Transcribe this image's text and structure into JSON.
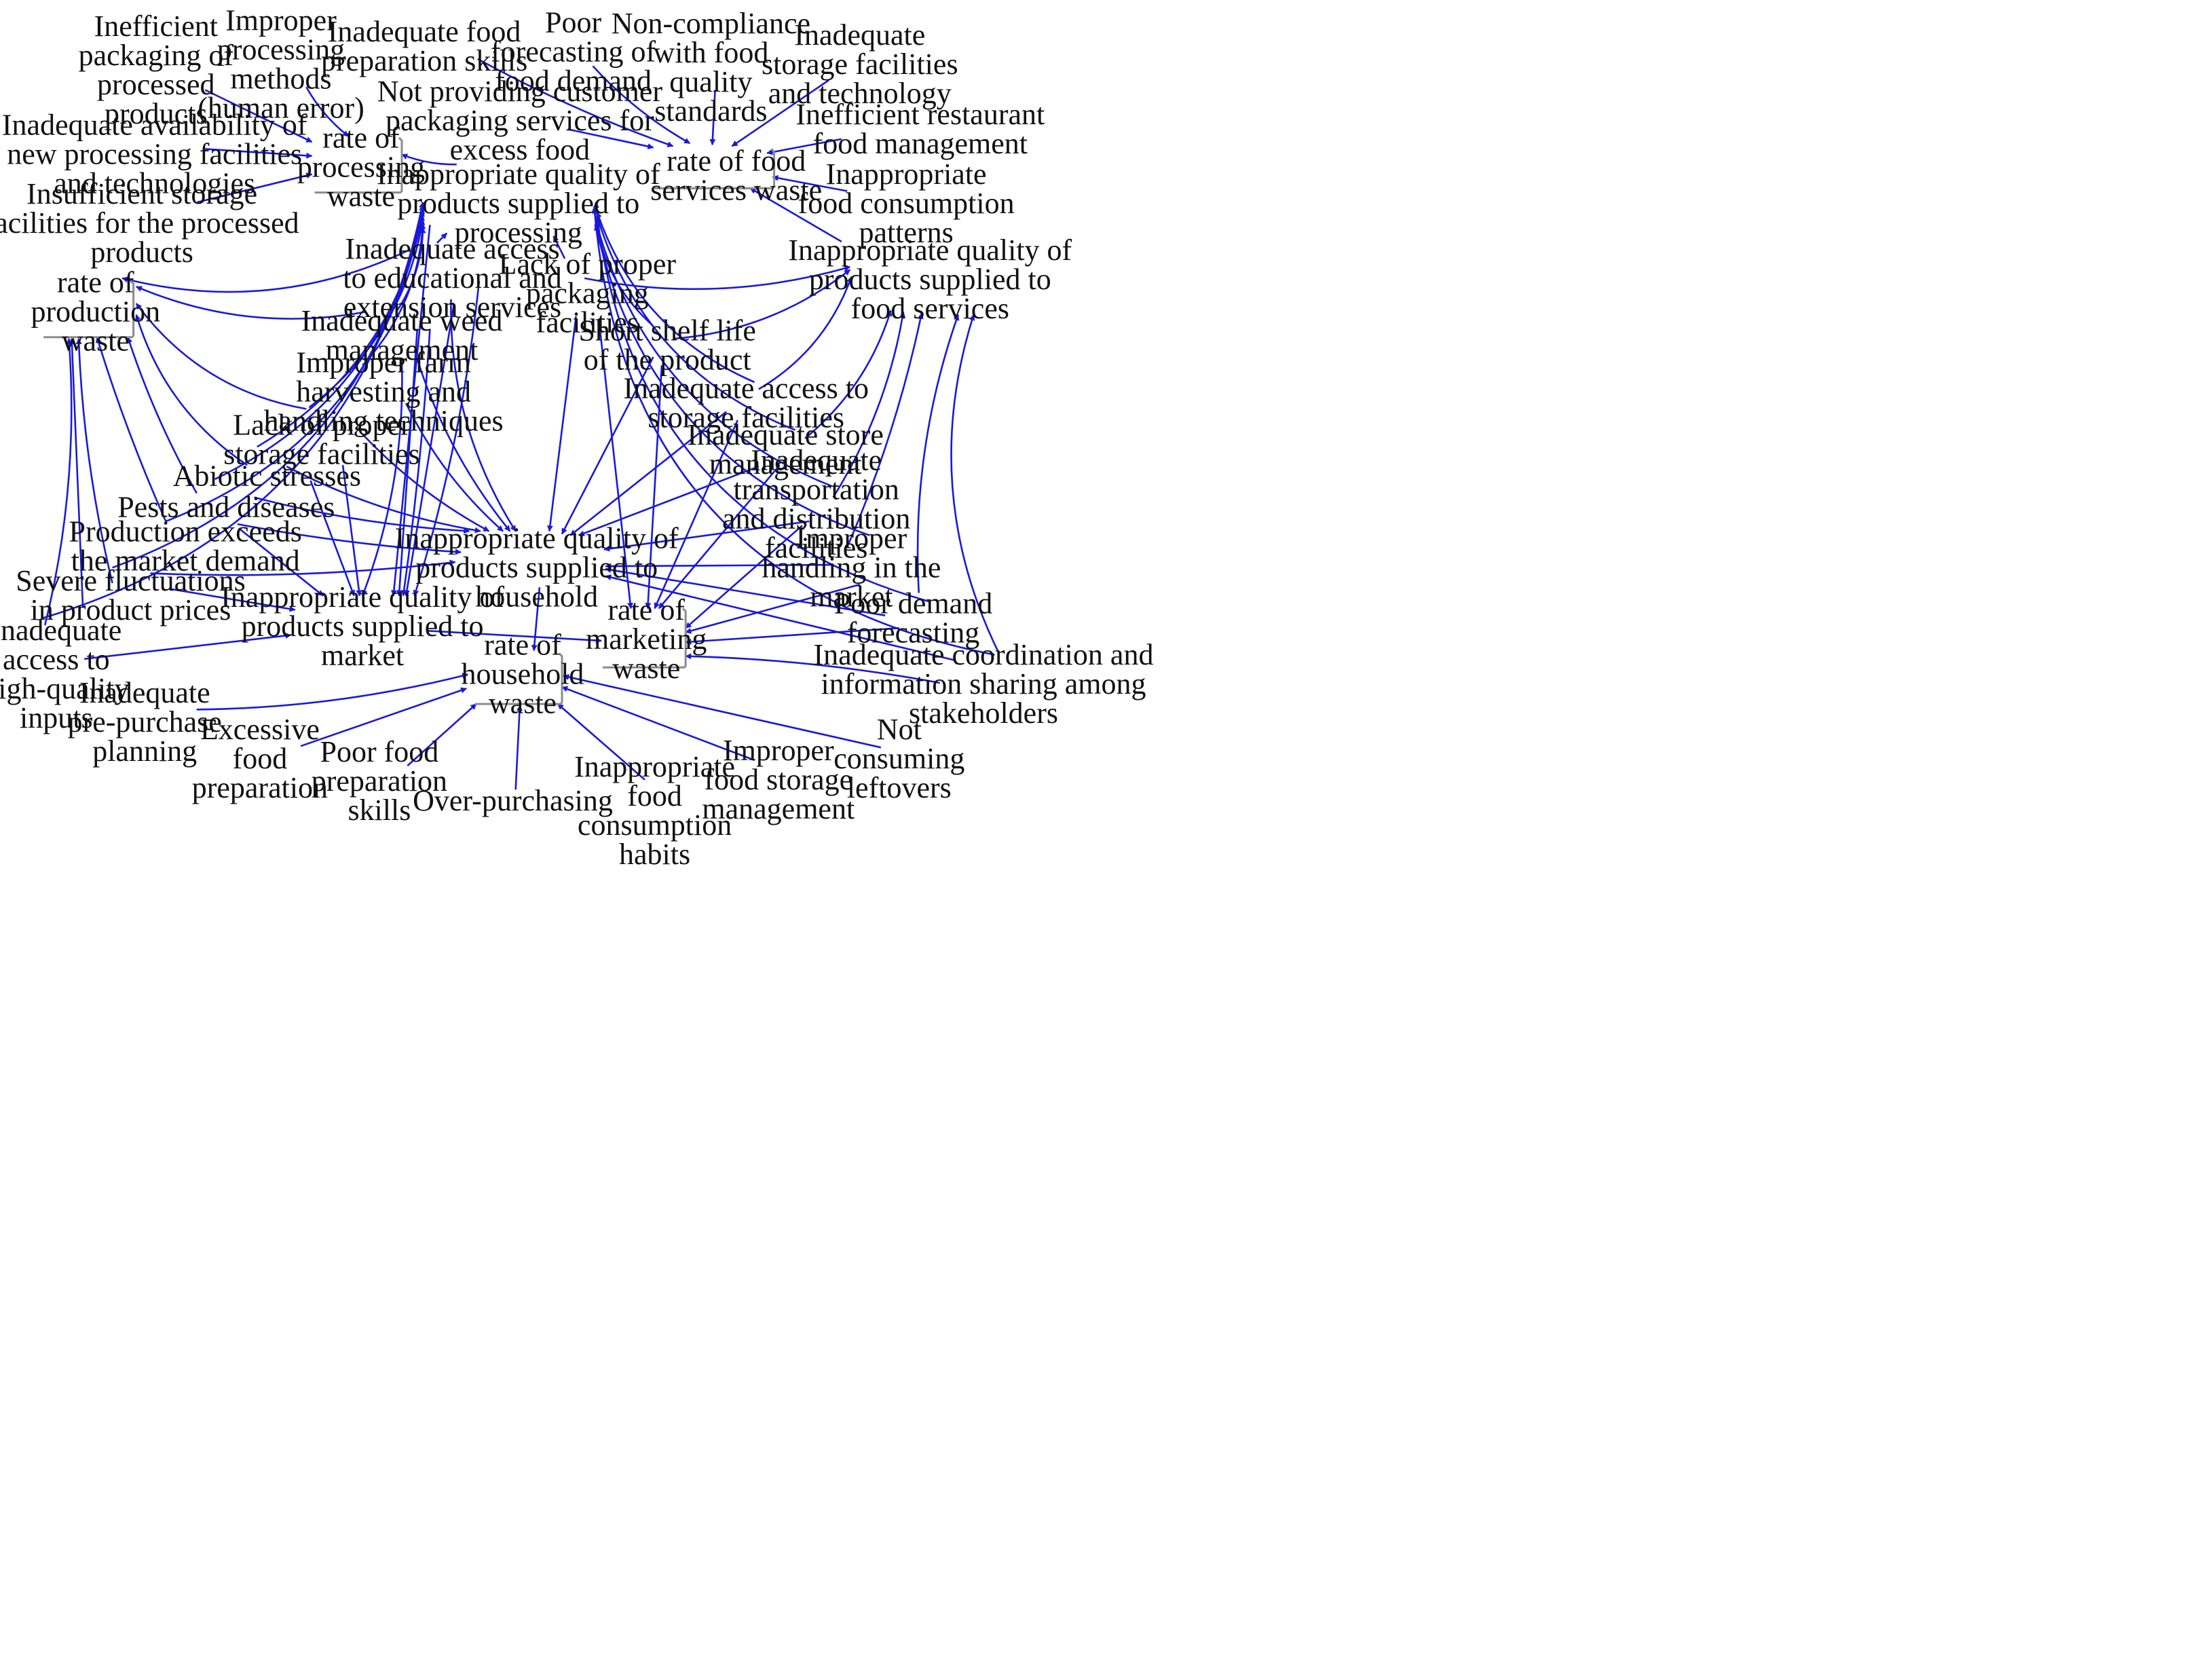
{
  "colors": {
    "edge": "#1a1ad6",
    "text": "#111111",
    "stock_border": "#8c8c8c",
    "background": "#ffffff"
  },
  "stocks": [
    {
      "id": "rate_processing_waste",
      "lines": [
        "rate of",
        "processing",
        "waste"
      ]
    },
    {
      "id": "rate_food_services_waste",
      "lines": [
        "rate of food",
        "services waste"
      ]
    },
    {
      "id": "rate_production_waste",
      "lines": [
        "rate of",
        "production",
        "waste"
      ]
    },
    {
      "id": "rate_marketing_waste",
      "lines": [
        "rate of",
        "marketing",
        "waste"
      ]
    },
    {
      "id": "rate_household_waste",
      "lines": [
        "rate of",
        "household",
        "waste"
      ]
    }
  ],
  "variables": [
    {
      "id": "inefficient_packaging",
      "lines": [
        "Inefficient",
        "packaging of",
        "processed",
        "products"
      ]
    },
    {
      "id": "improper_processing",
      "lines": [
        "Improper",
        "processing",
        "methods",
        "(human error)"
      ]
    },
    {
      "id": "inadequate_food_prep_skills",
      "lines": [
        "Inadequate food",
        "preparation skills"
      ]
    },
    {
      "id": "poor_forecasting_food_demand",
      "lines": [
        "Poor",
        "forecasting of",
        "food demand"
      ]
    },
    {
      "id": "non_compliance",
      "lines": [
        "Non-compliance",
        "with food",
        "quality",
        "standards"
      ]
    },
    {
      "id": "inadequate_storage_tech",
      "lines": [
        "Inadequate",
        "storage facilities",
        "and technology"
      ]
    },
    {
      "id": "not_providing_packaging",
      "lines": [
        "Not providing customer",
        "packaging services for",
        "excess food"
      ]
    },
    {
      "id": "inefficient_restaurant",
      "lines": [
        "Inefficient restaurant",
        "food management"
      ]
    },
    {
      "id": "inadequate_processing_facilities",
      "lines": [
        "Inadequate availability of",
        "new processing facilities",
        "and technologies"
      ]
    },
    {
      "id": "quality_to_processing",
      "lines": [
        "Inappropriate quality of",
        "products supplied to",
        "processing"
      ]
    },
    {
      "id": "inappropriate_consumption_patterns",
      "lines": [
        "Inappropriate",
        "food consumption",
        "patterns"
      ]
    },
    {
      "id": "insufficient_storage_processed",
      "lines": [
        "Insufficient storage",
        "facilities for the processed",
        "products"
      ]
    },
    {
      "id": "quality_to_food_services",
      "lines": [
        "Inappropriate quality of",
        "products supplied to",
        "food services"
      ]
    },
    {
      "id": "inadequate_educational_access",
      "lines": [
        "Inadequate access",
        "to educational and",
        "extension services"
      ]
    },
    {
      "id": "lack_packaging_facilities",
      "lines": [
        "Lack of proper",
        "packaging",
        "facilities"
      ]
    },
    {
      "id": "inadequate_weed",
      "lines": [
        "Inadequate weed",
        "management"
      ]
    },
    {
      "id": "short_shelf_life",
      "lines": [
        "Short shelf life",
        "of the product"
      ]
    },
    {
      "id": "improper_harvesting",
      "lines": [
        "Improper farm",
        "harvesting and",
        "handling techniques"
      ]
    },
    {
      "id": "inadequate_storage_access",
      "lines": [
        "Inadequate access to",
        "storage facilities"
      ]
    },
    {
      "id": "lack_storage_facilities",
      "lines": [
        "Lack of proper",
        "storage facilities"
      ]
    },
    {
      "id": "inadequate_store_management",
      "lines": [
        "Inadequate store",
        "management"
      ]
    },
    {
      "id": "abiotic_stresses",
      "lines": [
        "Abiotic stresses"
      ]
    },
    {
      "id": "inadequate_transportation",
      "lines": [
        "Inadequate",
        "transportation",
        "and distribution",
        "facilities"
      ]
    },
    {
      "id": "pests_diseases",
      "lines": [
        "Pests and diseases"
      ]
    },
    {
      "id": "production_exceeds",
      "lines": [
        "Production exceeds",
        "the market demand"
      ]
    },
    {
      "id": "quality_to_household",
      "lines": [
        "Inappropriate quality of",
        "products supplied to",
        "household"
      ]
    },
    {
      "id": "improper_handling_market",
      "lines": [
        "Improper",
        "handling in the",
        "market"
      ]
    },
    {
      "id": "severe_fluctuations",
      "lines": [
        "Severe fluctuations",
        "in product prices"
      ]
    },
    {
      "id": "quality_to_market",
      "lines": [
        "Inappropriate quality of",
        "products supplied to",
        "market"
      ]
    },
    {
      "id": "poor_demand_forecasting",
      "lines": [
        "Poor demand",
        "forecasting"
      ]
    },
    {
      "id": "inadequate_inputs",
      "lines": [
        "Inadequate",
        "access to",
        "high-quality",
        "inputs"
      ]
    },
    {
      "id": "inadequate_coordination",
      "lines": [
        "Inadequate coordination and",
        "information sharing among",
        "stakeholders"
      ]
    },
    {
      "id": "inadequate_prepurchase",
      "lines": [
        "Inadequate",
        "pre-purchase",
        "planning"
      ]
    },
    {
      "id": "excessive_food_prep",
      "lines": [
        "Excessive",
        "food",
        "preparation"
      ]
    },
    {
      "id": "poor_food_prep_skills",
      "lines": [
        "Poor food",
        "preparation",
        "skills"
      ]
    },
    {
      "id": "over_purchasing",
      "lines": [
        "Over-purchasing"
      ]
    },
    {
      "id": "inappropriate_consumption_habits",
      "lines": [
        "Inappropriate",
        "food",
        "consumption",
        "habits"
      ]
    },
    {
      "id": "improper_food_storage",
      "lines": [
        "Improper",
        "food storage",
        "management"
      ]
    },
    {
      "id": "not_consuming_leftovers",
      "lines": [
        "Not",
        "consuming",
        "leftovers"
      ]
    }
  ]
}
